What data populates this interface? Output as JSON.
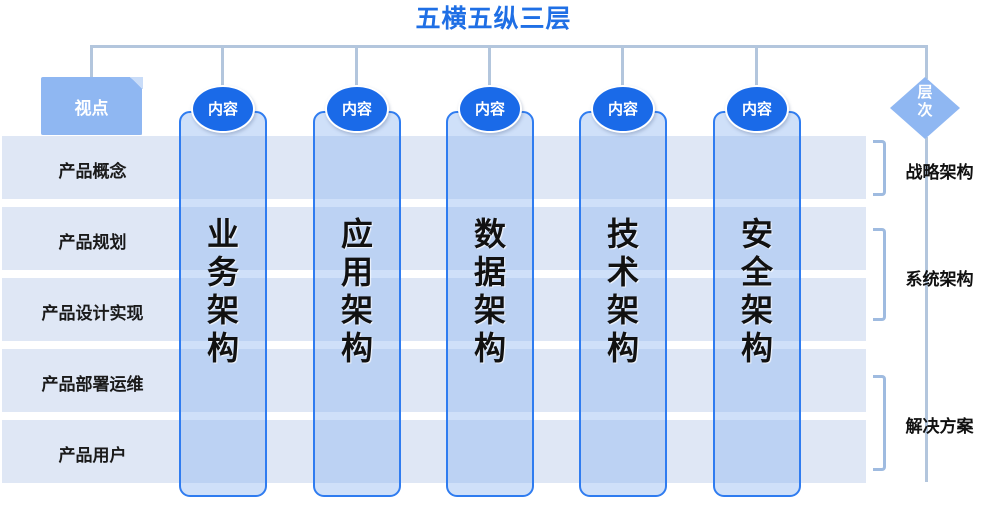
{
  "title": "五横五纵三层",
  "accent_colors": {
    "title_blue": "#1f6fe5",
    "ellipse_blue": "#1a6ae8",
    "column_border": "#2f7cf0",
    "column_fill": "#8cb4f0",
    "stripe_fill": "#dfe7f5",
    "viewpoint_fill": "#8fb7f2",
    "diamond_fill": "#8fb7f2",
    "connector_line": "#b3c6dd",
    "bracket": "#9fbbe0"
  },
  "header_nodes": {
    "viewpoint": {
      "label": "视点",
      "name": "viewpoint-box"
    },
    "level": {
      "label": "层次",
      "name": "level-diamond"
    },
    "content_label": "内容"
  },
  "rows": [
    {
      "label": "产品概念"
    },
    {
      "label": "产品规划"
    },
    {
      "label": "产品设计实现"
    },
    {
      "label": "产品部署运维"
    },
    {
      "label": "产品用户"
    }
  ],
  "columns": [
    {
      "label": "业务架构",
      "chars": [
        "业",
        "务",
        "架",
        "构"
      ],
      "badge": "内容"
    },
    {
      "label": "应用架构",
      "chars": [
        "应",
        "用",
        "架",
        "构"
      ],
      "badge": "内容"
    },
    {
      "label": "数据架构",
      "chars": [
        "数",
        "据",
        "架",
        "构"
      ],
      "badge": "内容"
    },
    {
      "label": "技术架构",
      "chars": [
        "技",
        "术",
        "架",
        "构"
      ],
      "badge": "内容"
    },
    {
      "label": "安全架构",
      "chars": [
        "安",
        "全",
        "架",
        "构"
      ],
      "badge": "内容"
    }
  ],
  "layers": [
    {
      "label": "战略架构"
    },
    {
      "label": "系统架构"
    },
    {
      "label": "解决方案"
    }
  ]
}
